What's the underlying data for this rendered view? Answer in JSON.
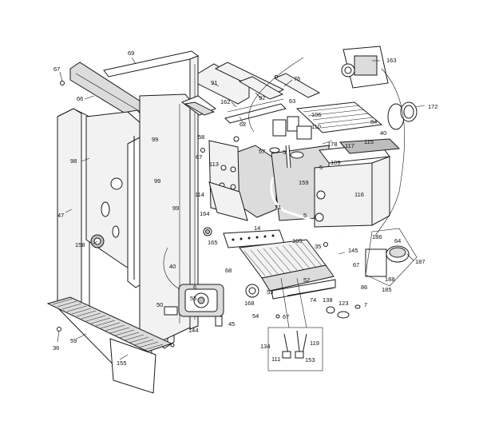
{
  "diagram": {
    "part_labels": [
      "67",
      "69",
      "66",
      "91",
      "76",
      "92",
      "163",
      "172",
      "62",
      "162",
      "63",
      "106",
      "110",
      "84",
      "40",
      "115",
      "58",
      "67",
      "57",
      "178",
      "117",
      "113",
      "109",
      "98",
      "99",
      "99",
      "5",
      "5",
      "159",
      "71",
      "116",
      "114",
      "5",
      "47",
      "99",
      "164",
      "14",
      "165",
      "105",
      "158",
      "35",
      "145",
      "186",
      "64",
      "187",
      "67",
      "40",
      "68",
      "52",
      "53",
      "74",
      "86",
      "188",
      "185",
      "168",
      "55",
      "6",
      "50",
      "54",
      "144",
      "45",
      "138",
      "123",
      "7",
      "67",
      "36",
      "59",
      "155",
      "134",
      "119",
      "111",
      "153"
    ]
  }
}
